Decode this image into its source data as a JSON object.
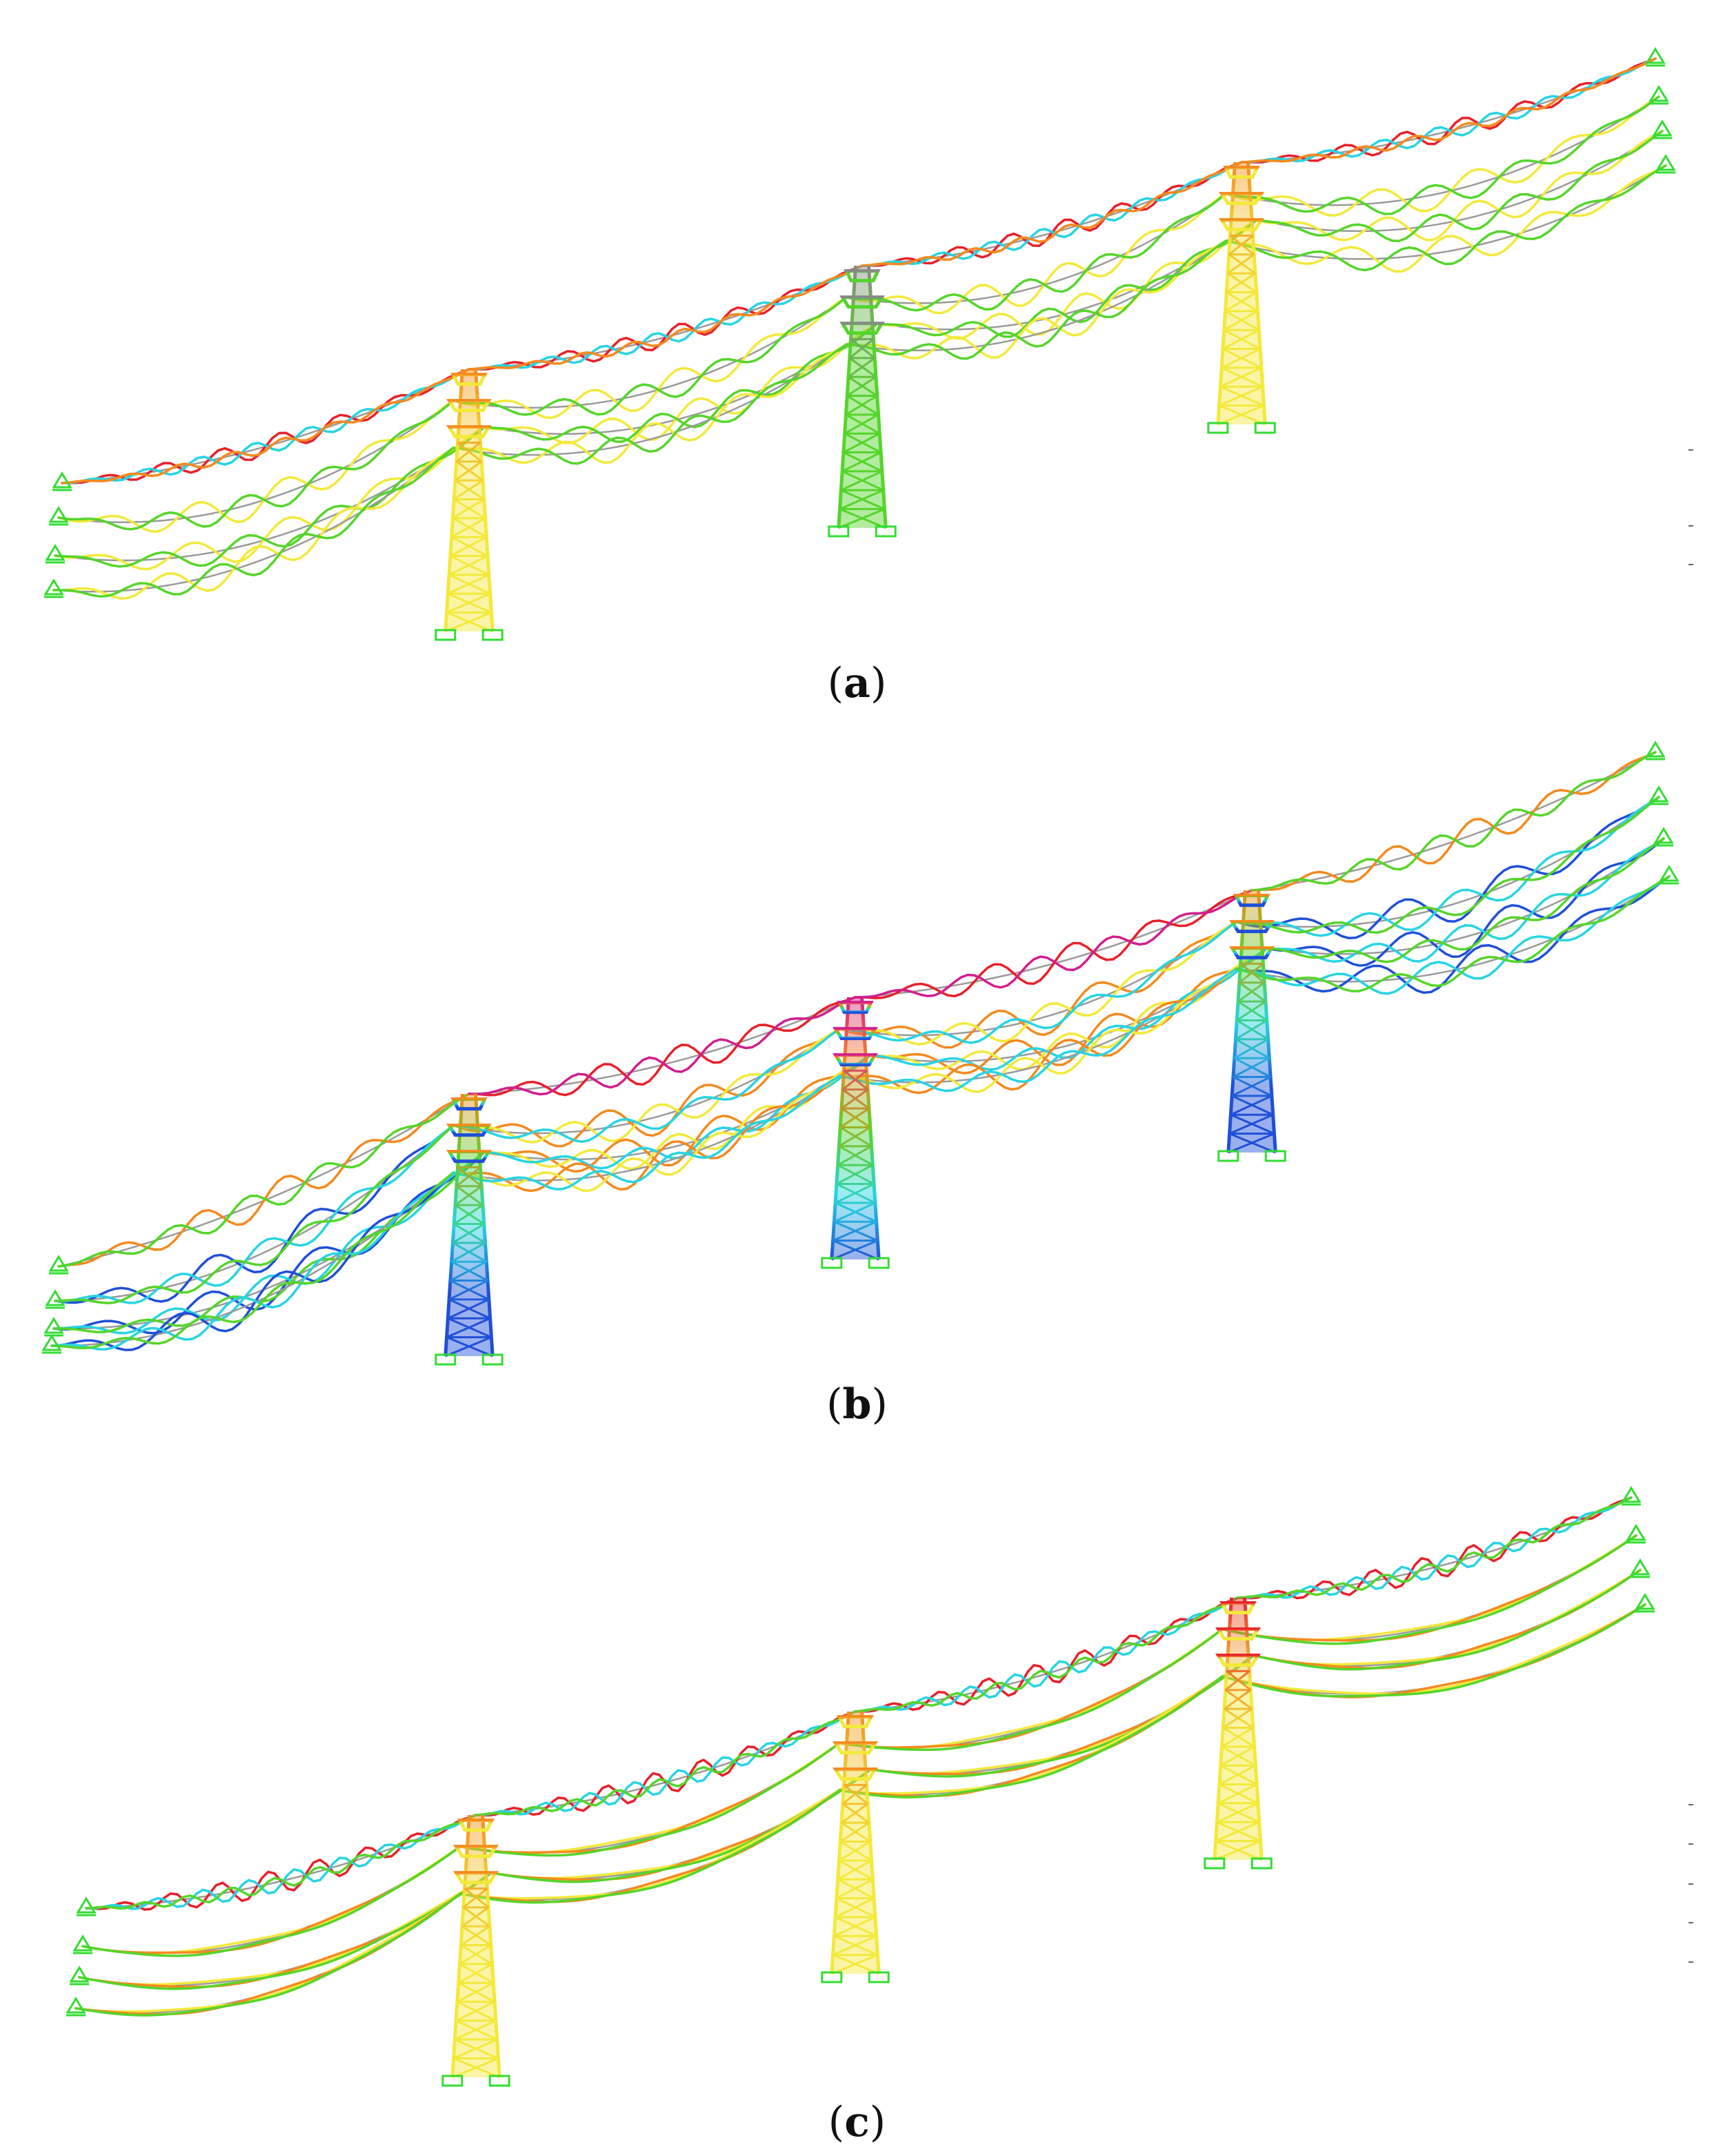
{
  "figure": {
    "panels": [
      {
        "id": "a",
        "caption_open": "(",
        "caption_letter": "a",
        "caption_close": ")",
        "scheme": "a"
      },
      {
        "id": "b",
        "caption_open": "(",
        "caption_letter": "b",
        "caption_close": ")",
        "scheme": "b"
      },
      {
        "id": "c",
        "caption_open": "(",
        "caption_letter": "c",
        "caption_close": ")",
        "scheme": "c"
      }
    ],
    "colors": {
      "undeformed": "#9a9a9a",
      "support": "#33dd33",
      "red": "#e8202a",
      "orange": "#f5891e",
      "yellow": "#f3e93a",
      "green": "#55d52a",
      "cyan": "#27d4e3",
      "blue": "#1f4fd8",
      "magenta": "#d11e8c"
    }
  }
}
